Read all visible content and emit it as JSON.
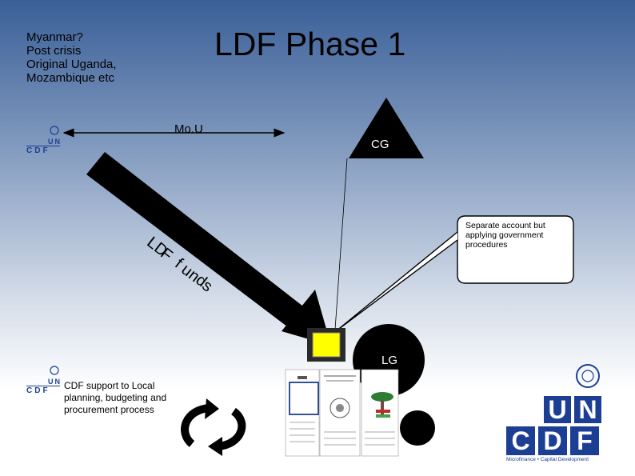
{
  "title": "LDF Phase 1",
  "context_lines": [
    "Myanmar?",
    "Post crisis",
    "Original Uganda,",
    "Mozambique etc"
  ],
  "mou_label": "Mo.U",
  "cg_label": "CG",
  "lg_label": "LG",
  "funds_label": "LDF funds",
  "callout_text": "Separate account but applying government procedures",
  "cdf_support_text": "CDF support to Local planning, budgeting and procurement process",
  "logo": {
    "letters_top": [
      "U",
      "N"
    ],
    "letters_bottom": [
      "C",
      "D",
      "F"
    ],
    "tagline": "Microfinance • Capital Development",
    "blue": "#1c3f94"
  },
  "colors": {
    "arrow": "#000000",
    "box": "#ffff00",
    "triangle": "#000000",
    "circle": "#000000",
    "callout_bg": "#ffffff"
  },
  "icons": [
    "un-emblem-icon",
    "cycle-arrows-icon"
  ]
}
